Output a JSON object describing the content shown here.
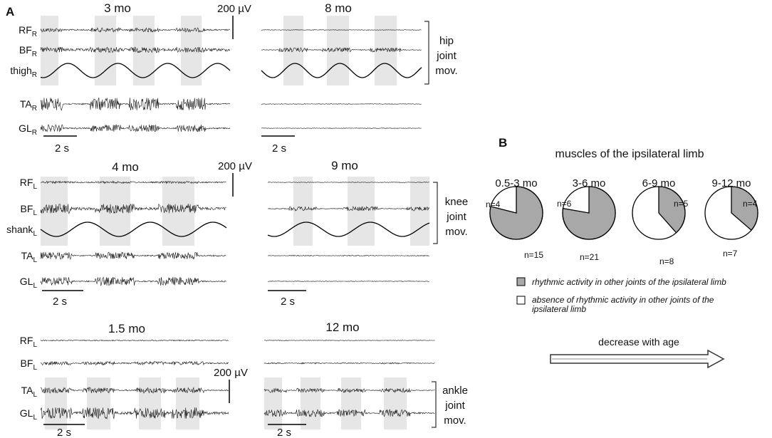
{
  "panel_a": {
    "label": "A",
    "groups": [
      {
        "id": "hip",
        "left_title": "3 mo",
        "right_title": "8 mo",
        "scale_label": "200 µV",
        "time_scale": "2 s",
        "joint_label": [
          "hip",
          "joint",
          "mov."
        ],
        "channels": [
          {
            "base": "RF",
            "sub": "R",
            "kind": "emg"
          },
          {
            "base": "BF",
            "sub": "R",
            "kind": "emg"
          },
          {
            "base": "thigh",
            "sub": "R",
            "kind": "mov"
          },
          {
            "base": "TA",
            "sub": "R",
            "kind": "emg"
          },
          {
            "base": "GL",
            "sub": "R",
            "kind": "emg"
          }
        ]
      },
      {
        "id": "knee",
        "left_title": "4 mo",
        "right_title": "9 mo",
        "scale_label": "200 µV",
        "time_scale": "2 s",
        "joint_label": [
          "knee",
          "joint",
          "mov."
        ],
        "channels": [
          {
            "base": "RF",
            "sub": "L",
            "kind": "emg"
          },
          {
            "base": "BF",
            "sub": "L",
            "kind": "emg"
          },
          {
            "base": "shank",
            "sub": "L",
            "kind": "mov"
          },
          {
            "base": "TA",
            "sub": "L",
            "kind": "emg"
          },
          {
            "base": "GL",
            "sub": "L",
            "kind": "emg"
          }
        ]
      },
      {
        "id": "ankle",
        "left_title": "1.5 mo",
        "right_title": "12 mo",
        "scale_label": "200 µV",
        "time_scale": "2 s",
        "joint_label": [
          "ankle",
          "joint",
          "mov."
        ],
        "channels": [
          {
            "base": "RF",
            "sub": "L",
            "kind": "emg"
          },
          {
            "base": "BF",
            "sub": "L",
            "kind": "emg"
          },
          {
            "base": "TA",
            "sub": "L",
            "kind": "emg"
          },
          {
            "base": "GL",
            "sub": "L",
            "kind": "emg"
          }
        ]
      }
    ]
  },
  "panel_b": {
    "label": "B",
    "title": "muscles of the ipsilateral limb",
    "legend": [
      {
        "text": "rhythmic activity in other joints of the ipsilateral limb",
        "color": "#a8a8a8"
      },
      {
        "text": "absence of rhythmic activity in other joints of the ipsilateral limb",
        "color": "#ffffff"
      }
    ],
    "arrow_label": "decrease with age"
  },
  "chart_data": {
    "type": "pie",
    "title": "muscles of the ipsilateral limb",
    "series_labels": [
      "rhythmic activity in other joints of the ipsilateral limb",
      "absence of rhythmic activity in other joints of the ipsilateral limb"
    ],
    "colors": [
      "#a8a8a8",
      "#ffffff"
    ],
    "pies": [
      {
        "age": "0.5-3 mo",
        "rhythmic_label": "n=15",
        "absent_label": "n=4",
        "rhythmic": 15,
        "absent": 4
      },
      {
        "age": "3-6 mo",
        "rhythmic_label": "n=21",
        "absent_label": "n=6",
        "rhythmic": 21,
        "absent": 6
      },
      {
        "age": "6-9 mo",
        "rhythmic_label": "n=5",
        "absent_label": "n=8",
        "rhythmic": 5,
        "absent": 8
      },
      {
        "age": "9-12 mo",
        "rhythmic_label": "n=4",
        "absent_label": "n=7",
        "rhythmic": 4,
        "absent": 7
      }
    ]
  }
}
